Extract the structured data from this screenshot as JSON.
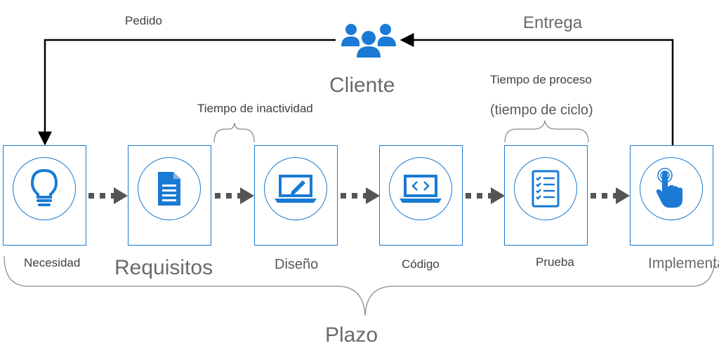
{
  "labels": {
    "pedido": "Pedido",
    "entrega": "Entrega",
    "cliente": "Cliente",
    "tiempo_inactividad": "Tiempo de inactividad",
    "tiempo_proceso_line1": "Tiempo de proceso",
    "tiempo_proceso_line2": "(tiempo de ciclo)",
    "plazo": "Plazo"
  },
  "stages": [
    {
      "label": "Necesidad",
      "icon": "lightbulb-icon"
    },
    {
      "label": "Requisitos",
      "icon": "document-icon"
    },
    {
      "label": "Diseño",
      "icon": "laptop-pen-icon"
    },
    {
      "label": "Código",
      "icon": "laptop-code-icon"
    },
    {
      "label": "Prueba",
      "icon": "checklist-icon"
    },
    {
      "label": "Implementación",
      "icon": "touch-hand-icon"
    }
  ],
  "colors": {
    "accent": "#1a7ad4",
    "arrow": "#555555",
    "text": "#595959"
  }
}
